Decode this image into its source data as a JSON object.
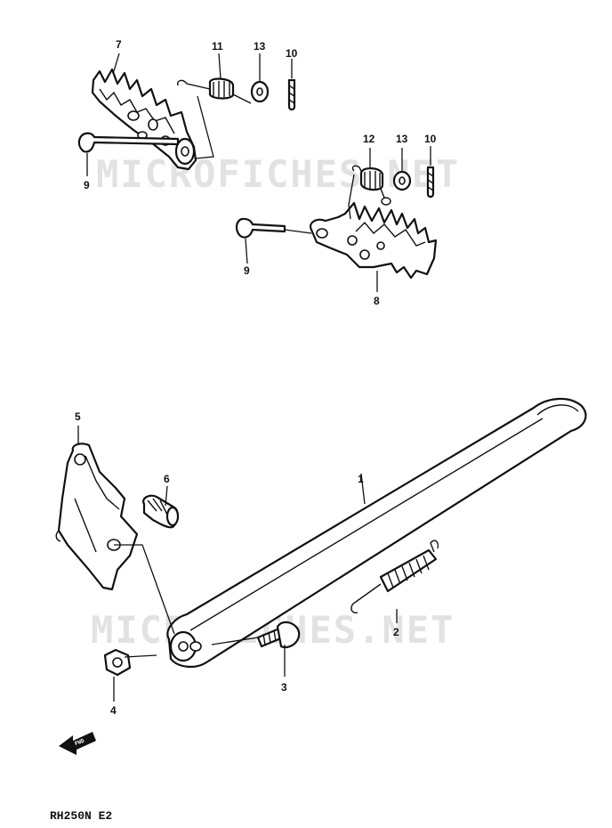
{
  "watermark": "MICROFICHES.NET",
  "model_code": "RH250N E2",
  "fwd_icon_label": "FWD",
  "callouts": [
    {
      "id": "7"
    },
    {
      "id": "11"
    },
    {
      "id": "13"
    },
    {
      "id": "10"
    },
    {
      "id": "9"
    },
    {
      "id": "12"
    },
    {
      "id": "13"
    },
    {
      "id": "10"
    },
    {
      "id": "9"
    },
    {
      "id": "8"
    },
    {
      "id": "5"
    },
    {
      "id": "6"
    },
    {
      "id": "1"
    },
    {
      "id": "2"
    },
    {
      "id": "3"
    },
    {
      "id": "4"
    }
  ]
}
